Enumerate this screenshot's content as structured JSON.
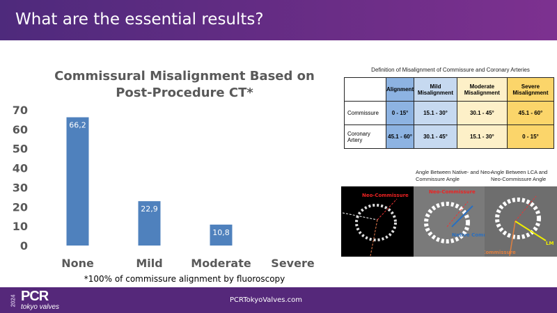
{
  "header": {
    "title": "What are the essential results?"
  },
  "chart_data": {
    "type": "bar",
    "title": "Commissural Misalignment Based on Post-Procedure CT*",
    "categories": [
      "None",
      "Mild",
      "Moderate",
      "Severe"
    ],
    "values": [
      66.2,
      22.9,
      10.8,
      0
    ],
    "data_labels": [
      "66,2",
      "22,9",
      "10,8",
      ""
    ],
    "yticks": [
      0,
      10,
      20,
      30,
      40,
      50,
      60,
      70
    ],
    "ylim": [
      0,
      70
    ],
    "color": "#4f81bd",
    "xlabel": "",
    "ylabel": ""
  },
  "footnote": "*100% of commissure alignment by fluoroscopy",
  "table": {
    "title": "Definition of Misalignment of Commissure and Coronary Arteries",
    "headers": [
      "",
      "Alignment",
      "Mild Misalignment",
      "Moderate Misalignment",
      "Severe Misalignment"
    ],
    "rows": [
      [
        "Commissure",
        "0 - 15°",
        "15.1 - 30°",
        "30.1 - 45°",
        "45.1 - 60°"
      ],
      [
        "Coronary Artery",
        "45.1 - 60°",
        "30.1 - 45°",
        "15.1 - 30°",
        "0 - 15°"
      ]
    ]
  },
  "images": {
    "caption2": "Angle Between Native- and Neo-Commissure Angle",
    "caption3": "Angle Between LCA and Neo-Commissure Angle",
    "label_neo": "Neo-Commissure",
    "label_native": "Native Commissure",
    "label_lm": "LM"
  },
  "footer": {
    "year": "2024",
    "brand": "PCR",
    "sub": "tokyo valves",
    "url": "PCRTokyoValves.com"
  }
}
